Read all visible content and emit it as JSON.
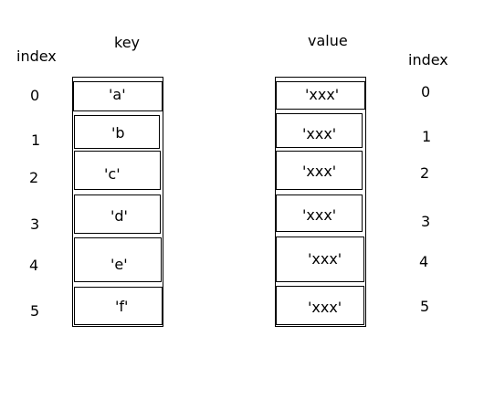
{
  "headers": {
    "left_index": "index",
    "key": "key",
    "value": "value",
    "right_index": "index"
  },
  "left_indices": [
    "0",
    "1",
    "2",
    "3",
    "4",
    "5"
  ],
  "right_indices": [
    "0",
    "1",
    "2",
    "3",
    "4",
    "5"
  ],
  "keys": [
    "'a'",
    "'b",
    "'c'",
    "'d'",
    "'e'",
    "'f'"
  ],
  "values": [
    "'xxx'",
    "'xxx'",
    "'xxx'",
    "'xxx'",
    "'xxx'",
    "'xxx'"
  ]
}
